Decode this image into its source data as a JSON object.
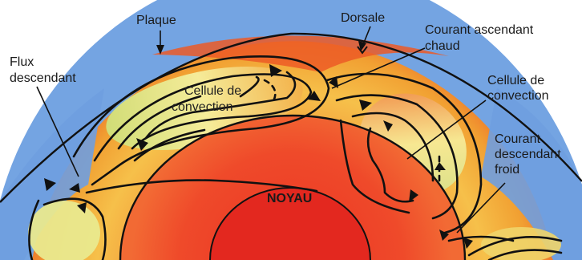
{
  "labels": {
    "plaque": "Plaque",
    "dorsale": "Dorsale",
    "courant_ascendant": [
      "Courant ascendant",
      "chaud"
    ],
    "flux_descendant": [
      "Flux",
      "descendant"
    ],
    "cellule_left": [
      "Cellule de",
      "convection"
    ],
    "cellule_right": [
      "Cellule de",
      "convection"
    ],
    "courant_descendant": [
      "Courant",
      "descendant",
      "froid"
    ],
    "noyau": "NOYAU"
  },
  "colors": {
    "mantle_hot": "#e9451f",
    "mantle_warm": "#f39a3a",
    "mantle_mid": "#f6d35a",
    "mantle_cool": "#f3ee9c",
    "cold_blue": "#6f9ee0",
    "core_outer": "#f0402a",
    "core_inner": "#e3281f",
    "outline": "#111111"
  }
}
